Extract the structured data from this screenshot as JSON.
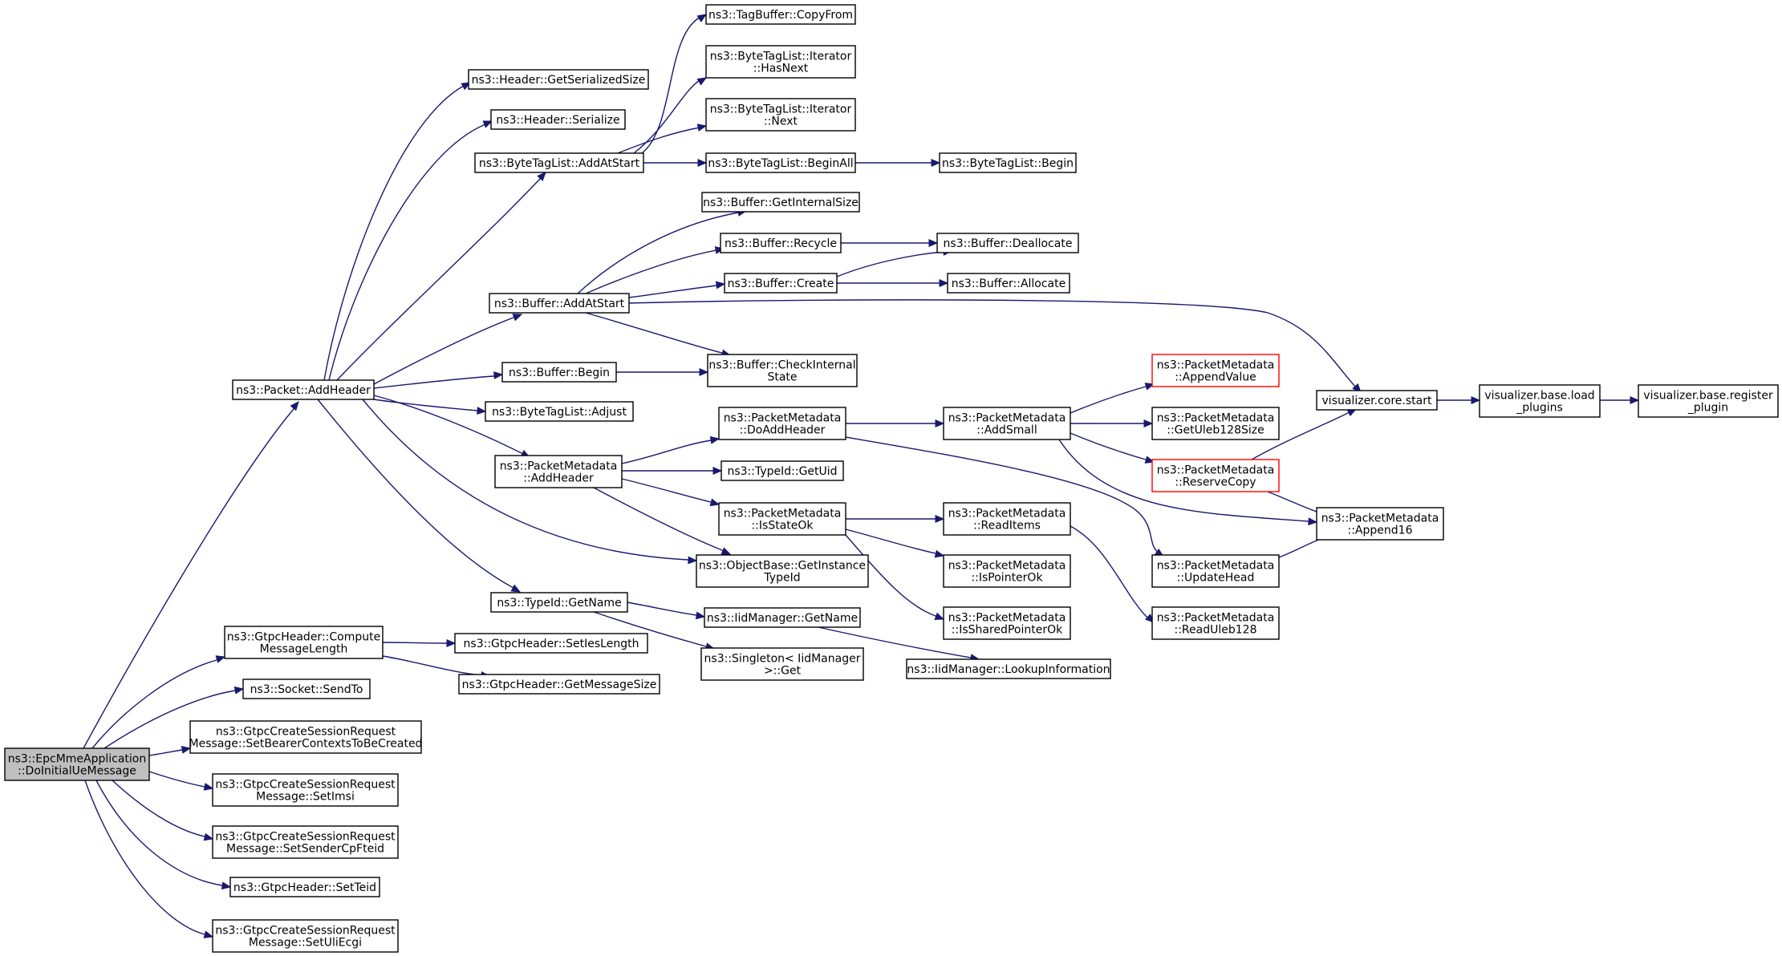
{
  "colors": {
    "edge": "#191970",
    "node_border": "#000000",
    "node_border_incomplete": "#ff0000",
    "root_fill": "#bfbfbf",
    "background": "#ffffff"
  },
  "nodes": [
    {
      "id": "root",
      "lines": [
        "ns3::EpcMmeApplication",
        "::DoInitialUeMessage"
      ],
      "style": "root"
    },
    {
      "id": "addHeader",
      "lines": [
        "ns3::Packet::AddHeader"
      ]
    },
    {
      "id": "computeLen",
      "lines": [
        "ns3::GtpcHeader::Compute",
        "MessageLength"
      ]
    },
    {
      "id": "sendTo",
      "lines": [
        "ns3::Socket::SendTo"
      ]
    },
    {
      "id": "setBearer",
      "lines": [
        "ns3::GtpcCreateSessionRequest",
        "Message::SetBearerContextsToBeCreated"
      ]
    },
    {
      "id": "setImsi",
      "lines": [
        "ns3::GtpcCreateSessionRequest",
        "Message::SetImsi"
      ]
    },
    {
      "id": "setSender",
      "lines": [
        "ns3::GtpcCreateSessionRequest",
        "Message::SetSenderCpFteid"
      ]
    },
    {
      "id": "setTeid",
      "lines": [
        "ns3::GtpcHeader::SetTeid"
      ]
    },
    {
      "id": "setUli",
      "lines": [
        "ns3::GtpcCreateSessionRequest",
        "Message::SetUliEcgi"
      ]
    },
    {
      "id": "hdrGetSize",
      "lines": [
        "ns3::Header::GetSerializedSize"
      ]
    },
    {
      "id": "hdrSerialize",
      "lines": [
        "ns3::Header::Serialize"
      ]
    },
    {
      "id": "btlAddAtStart",
      "lines": [
        "ns3::ByteTagList::AddAtStart"
      ]
    },
    {
      "id": "bufAddAtStart",
      "lines": [
        "ns3::Buffer::AddAtStart"
      ]
    },
    {
      "id": "bufBegin",
      "lines": [
        "ns3::Buffer::Begin"
      ]
    },
    {
      "id": "btlAdjust",
      "lines": [
        "ns3::ByteTagList::Adjust"
      ]
    },
    {
      "id": "pmAddHeader",
      "lines": [
        "ns3::PacketMetadata",
        "::AddHeader"
      ]
    },
    {
      "id": "typeIdGetName",
      "lines": [
        "ns3::TypeId::GetName"
      ]
    },
    {
      "id": "setIesLength",
      "lines": [
        "ns3::GtpcHeader::SetIesLength"
      ]
    },
    {
      "id": "getMsgSize",
      "lines": [
        "ns3::GtpcHeader::GetMessageSize"
      ]
    },
    {
      "id": "tagCopyFrom",
      "lines": [
        "ns3::TagBuffer::CopyFrom"
      ]
    },
    {
      "id": "iterHasNext",
      "lines": [
        "ns3::ByteTagList::Iterator",
        "::HasNext"
      ]
    },
    {
      "id": "iterNext",
      "lines": [
        "ns3::ByteTagList::Iterator",
        "::Next"
      ]
    },
    {
      "id": "btlBeginAll",
      "lines": [
        "ns3::ByteTagList::BeginAll"
      ]
    },
    {
      "id": "btlBegin",
      "lines": [
        "ns3::ByteTagList::Begin"
      ]
    },
    {
      "id": "bufGetInternalSize",
      "lines": [
        "ns3::Buffer::GetInternalSize"
      ]
    },
    {
      "id": "bufRecycle",
      "lines": [
        "ns3::Buffer::Recycle"
      ]
    },
    {
      "id": "bufCreate",
      "lines": [
        "ns3::Buffer::Create"
      ]
    },
    {
      "id": "bufDeallocate",
      "lines": [
        "ns3::Buffer::Deallocate"
      ]
    },
    {
      "id": "bufAllocate",
      "lines": [
        "ns3::Buffer::Allocate"
      ]
    },
    {
      "id": "bufCheckInternal",
      "lines": [
        "ns3::Buffer::CheckInternal",
        "State"
      ]
    },
    {
      "id": "pmDoAddHeader",
      "lines": [
        "ns3::PacketMetadata",
        "::DoAddHeader"
      ]
    },
    {
      "id": "typeIdGetUid",
      "lines": [
        "ns3::TypeId::GetUid"
      ]
    },
    {
      "id": "pmIsStateOk",
      "lines": [
        "ns3::PacketMetadata",
        "::IsStateOk"
      ]
    },
    {
      "id": "objGetInstance",
      "lines": [
        "ns3::ObjectBase::GetInstance",
        "TypeId"
      ]
    },
    {
      "id": "iidGetName",
      "lines": [
        "ns3::IidManager::GetName"
      ]
    },
    {
      "id": "singletonGet",
      "lines": [
        "ns3::Singleton< IidManager",
        " >::Get"
      ]
    },
    {
      "id": "iidLookup",
      "lines": [
        "ns3::IidManager::LookupInformation"
      ]
    },
    {
      "id": "pmAddSmall",
      "lines": [
        "ns3::PacketMetadata",
        "::AddSmall"
      ]
    },
    {
      "id": "pmReadItems",
      "lines": [
        "ns3::PacketMetadata",
        "::ReadItems"
      ]
    },
    {
      "id": "pmIsPointerOk",
      "lines": [
        "ns3::PacketMetadata",
        "::IsPointerOk"
      ]
    },
    {
      "id": "pmIsSharedPointerOk",
      "lines": [
        "ns3::PacketMetadata",
        "::IsSharedPointerOk"
      ]
    },
    {
      "id": "pmAppendValue",
      "lines": [
        "ns3::PacketMetadata",
        "::AppendValue"
      ],
      "style": "red"
    },
    {
      "id": "pmGetUleb",
      "lines": [
        "ns3::PacketMetadata",
        "::GetUleb128Size"
      ]
    },
    {
      "id": "pmReserveCopy",
      "lines": [
        "ns3::PacketMetadata",
        "::ReserveCopy"
      ],
      "style": "red"
    },
    {
      "id": "pmUpdateHead",
      "lines": [
        "ns3::PacketMetadata",
        "::UpdateHead"
      ]
    },
    {
      "id": "pmReadUleb",
      "lines": [
        "ns3::PacketMetadata",
        "::ReadUleb128"
      ]
    },
    {
      "id": "visStart",
      "lines": [
        "visualizer.core.start"
      ]
    },
    {
      "id": "pmAppend16",
      "lines": [
        "ns3::PacketMetadata",
        "::Append16"
      ]
    },
    {
      "id": "visLoadPlugins",
      "lines": [
        "visualizer.base.load",
        "_plugins"
      ]
    },
    {
      "id": "visRegisterPlugin",
      "lines": [
        "visualizer.base.register",
        "_plugin"
      ]
    }
  ],
  "edges": [
    {
      "from": "root",
      "to": "addHeader"
    },
    {
      "from": "root",
      "to": "computeLen"
    },
    {
      "from": "root",
      "to": "sendTo"
    },
    {
      "from": "root",
      "to": "setBearer"
    },
    {
      "from": "root",
      "to": "setImsi"
    },
    {
      "from": "root",
      "to": "setSender"
    },
    {
      "from": "root",
      "to": "setTeid"
    },
    {
      "from": "root",
      "to": "setUli"
    },
    {
      "from": "addHeader",
      "to": "hdrGetSize"
    },
    {
      "from": "addHeader",
      "to": "hdrSerialize"
    },
    {
      "from": "addHeader",
      "to": "btlAddAtStart"
    },
    {
      "from": "addHeader",
      "to": "bufAddAtStart"
    },
    {
      "from": "addHeader",
      "to": "bufBegin"
    },
    {
      "from": "addHeader",
      "to": "btlAdjust"
    },
    {
      "from": "addHeader",
      "to": "pmAddHeader"
    },
    {
      "from": "addHeader",
      "to": "objGetInstance"
    },
    {
      "from": "addHeader",
      "to": "typeIdGetName"
    },
    {
      "from": "computeLen",
      "to": "setIesLength"
    },
    {
      "from": "computeLen",
      "to": "getMsgSize"
    },
    {
      "from": "btlAddAtStart",
      "to": "tagCopyFrom"
    },
    {
      "from": "btlAddAtStart",
      "to": "iterHasNext"
    },
    {
      "from": "btlAddAtStart",
      "to": "iterNext"
    },
    {
      "from": "btlAddAtStart",
      "to": "btlBeginAll"
    },
    {
      "from": "btlBeginAll",
      "to": "btlBegin"
    },
    {
      "from": "bufAddAtStart",
      "to": "bufGetInternalSize"
    },
    {
      "from": "bufAddAtStart",
      "to": "bufRecycle"
    },
    {
      "from": "bufAddAtStart",
      "to": "bufCreate"
    },
    {
      "from": "bufAddAtStart",
      "to": "bufCheckInternal"
    },
    {
      "from": "bufAddAtStart",
      "to": "visStart"
    },
    {
      "from": "bufRecycle",
      "to": "bufDeallocate"
    },
    {
      "from": "bufCreate",
      "to": "bufDeallocate"
    },
    {
      "from": "bufCreate",
      "to": "bufAllocate"
    },
    {
      "from": "bufBegin",
      "to": "bufCheckInternal"
    },
    {
      "from": "pmAddHeader",
      "to": "pmDoAddHeader"
    },
    {
      "from": "pmAddHeader",
      "to": "typeIdGetUid"
    },
    {
      "from": "pmAddHeader",
      "to": "pmIsStateOk"
    },
    {
      "from": "pmAddHeader",
      "to": "objGetInstance"
    },
    {
      "from": "typeIdGetName",
      "to": "iidGetName"
    },
    {
      "from": "typeIdGetName",
      "to": "singletonGet"
    },
    {
      "from": "iidGetName",
      "to": "iidLookup"
    },
    {
      "from": "pmDoAddHeader",
      "to": "pmAddSmall"
    },
    {
      "from": "pmDoAddHeader",
      "to": "pmUpdateHead"
    },
    {
      "from": "pmIsStateOk",
      "to": "pmReadItems"
    },
    {
      "from": "pmIsStateOk",
      "to": "pmIsPointerOk"
    },
    {
      "from": "pmIsStateOk",
      "to": "pmIsSharedPointerOk"
    },
    {
      "from": "pmAddSmall",
      "to": "pmAppendValue"
    },
    {
      "from": "pmAddSmall",
      "to": "pmGetUleb"
    },
    {
      "from": "pmAddSmall",
      "to": "pmReserveCopy"
    },
    {
      "from": "pmAddSmall",
      "to": "pmAppend16"
    },
    {
      "from": "pmReadItems",
      "to": "pmReadUleb"
    },
    {
      "from": "pmReserveCopy",
      "to": "visStart"
    },
    {
      "from": "pmReserveCopy",
      "to": "pmAppend16"
    },
    {
      "from": "pmUpdateHead",
      "to": "pmAppend16"
    },
    {
      "from": "visStart",
      "to": "visLoadPlugins"
    },
    {
      "from": "visLoadPlugins",
      "to": "visRegisterPlugin"
    }
  ]
}
